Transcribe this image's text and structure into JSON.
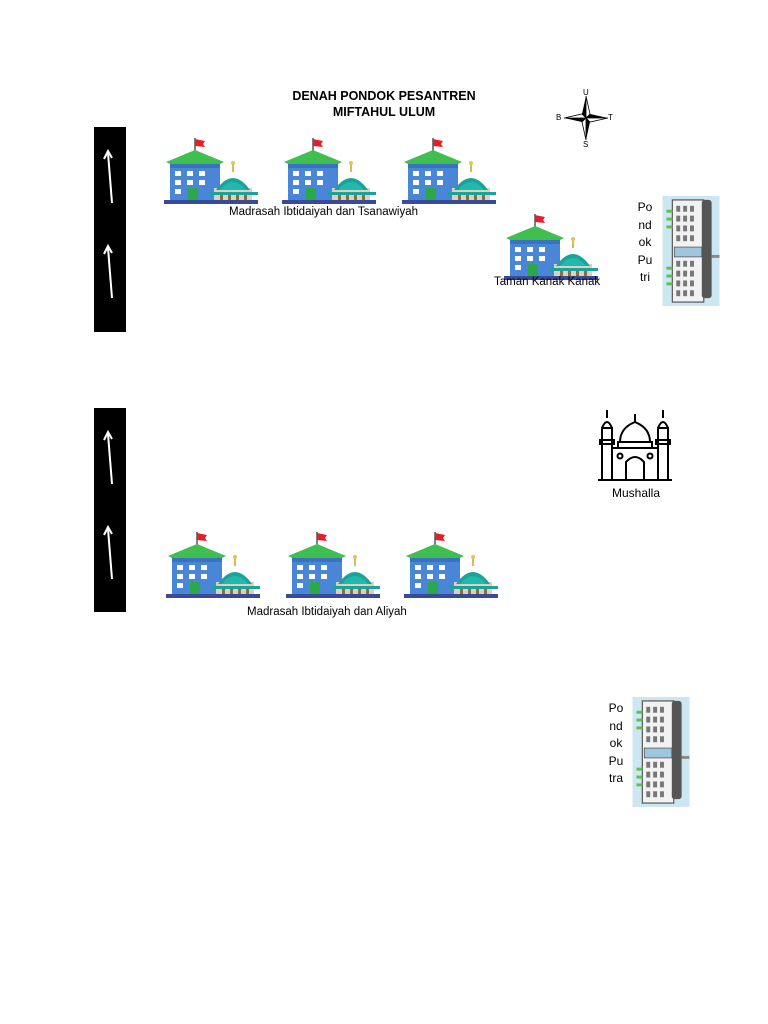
{
  "title": {
    "line1": "DENAH PONDOK PESANTREN",
    "line2": "MIFTAHUL ULUM"
  },
  "compass": {
    "north": "U",
    "south": "S",
    "west": "B",
    "east": "T",
    "icon": "compass-rose-icon"
  },
  "labels": {
    "madrasah_top": "Madrasah Ibtidaiyah dan Tsanawiyah",
    "taman": "Taman Kanak Kanak",
    "mushalla": "Mushalla",
    "madrasah_bottom": "Madrasah Ibtidaiyah dan Aliyah"
  },
  "pondok_putri": [
    "Po",
    "nd",
    "ok",
    "Pu",
    "tri"
  ],
  "pondok_putra": [
    "Po",
    "nd",
    "ok",
    "Pu",
    "tra"
  ],
  "icons": {
    "school": "school-mosque-icon",
    "dorm": "dormitory-building-icon",
    "mosque": "mosque-icon",
    "road_arrow": "road-arrow-icon"
  },
  "colors": {
    "road": "#000000",
    "school_body": "#4a86d8",
    "school_roof": "#3fbf4f",
    "dome": "#1aa39a",
    "flag": "#e0202a",
    "dorm_bg": "#cce6f2"
  }
}
